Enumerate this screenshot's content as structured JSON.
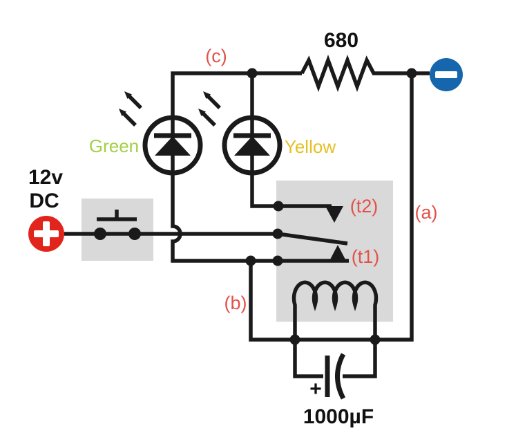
{
  "labels": {
    "supply_line1": "12v",
    "supply_line2": "DC",
    "resistor_value": "680",
    "node_a": "(a)",
    "node_b": "(b)",
    "node_c": "(c)",
    "contact_t1": "(t1)",
    "contact_t2": "(t2)",
    "led_green": "Green",
    "led_yellow": "Yellow",
    "capacitor_value": "1000µF",
    "capacitor_polarity": "+"
  },
  "colors": {
    "wire_black": "#1a1a1a",
    "node_label_red": "#e2524a",
    "green_label": "#a2d045",
    "yellow_label": "#e5c024",
    "plus_terminal_red": "#e1251c",
    "minus_terminal_blue": "#1566ac",
    "component_box_gray": "#d9d9d9"
  }
}
